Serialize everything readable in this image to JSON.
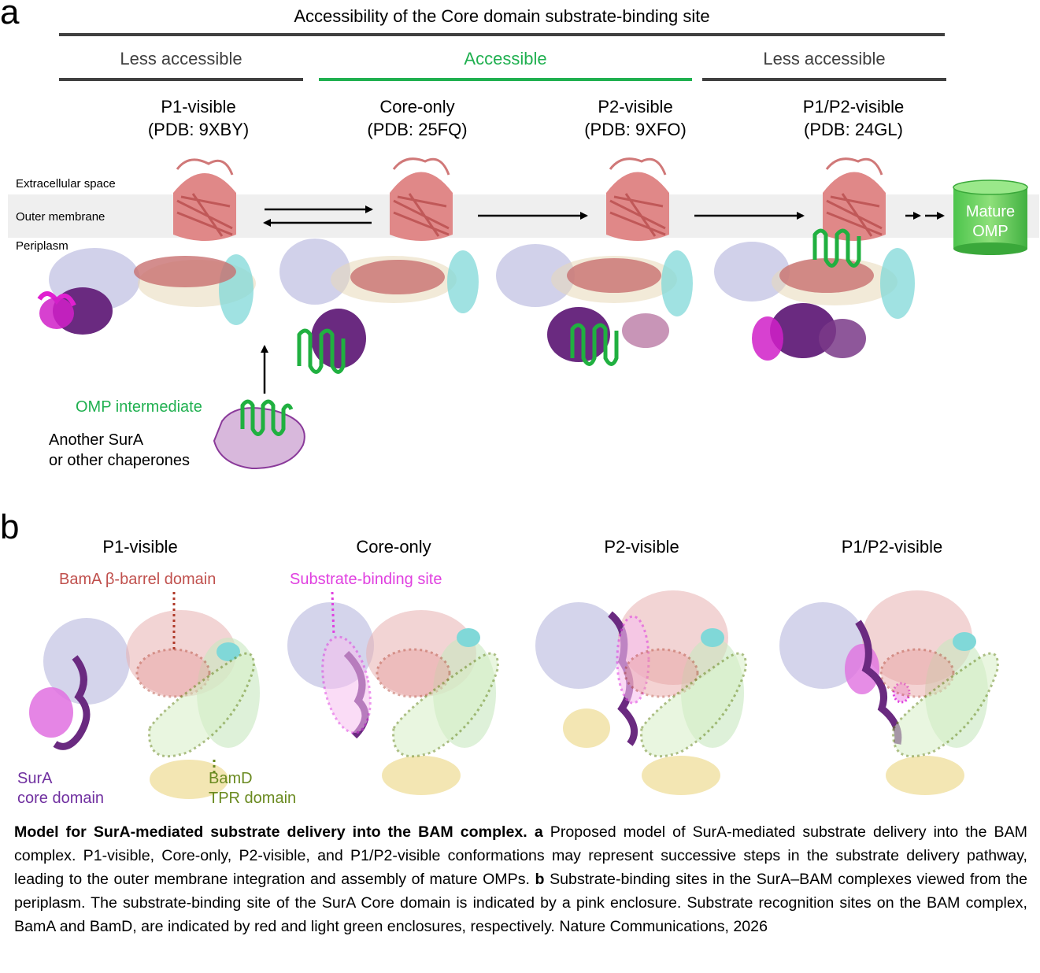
{
  "panel_a": {
    "letter": "a",
    "main_header": "Accessibility of the Core domain substrate-binding site",
    "segments": [
      {
        "label": "Less accessible",
        "color": "#404040"
      },
      {
        "label": "Accessible",
        "color": "#20b050"
      },
      {
        "label": "Less accessible",
        "color": "#404040"
      }
    ],
    "conformations": [
      {
        "name": "P1-visible",
        "pdb": "(PDB: 9XBY)"
      },
      {
        "name": "Core-only",
        "pdb": "(PDB: 25FQ)"
      },
      {
        "name": "P2-visible",
        "pdb": "(PDB: 9XFO)"
      },
      {
        "name": "P1/P2-visible",
        "pdb": "(PDB: 24GL)"
      }
    ],
    "membrane_labels": {
      "extracellular": "Extracellular space",
      "outer_membrane": "Outer membrane",
      "periplasm": "Periplasm"
    },
    "mature_omp": [
      "Mature",
      "OMP"
    ],
    "omp_intermediate": "OMP intermediate",
    "chaperone_lines": [
      "Another SurA",
      "or other chaperones"
    ]
  },
  "panel_b": {
    "letter": "b",
    "titles": [
      "P1-visible",
      "Core-only",
      "P2-visible",
      "P1/P2-visible"
    ],
    "bama_label": "BamA β-barrel domain",
    "substrate_site_label": "Substrate-binding site",
    "sura_label": [
      "SurA",
      "core domain"
    ],
    "bamd_label": [
      "BamD",
      "TPR domain"
    ]
  },
  "colors": {
    "green": "#20b050",
    "bama": "#c0504d",
    "magenta": "#e040e0",
    "sura": "#7030a0",
    "bamd": "#6a8a20"
  },
  "caption": {
    "bold_title": "Model for SurA-mediated substrate delivery into the BAM complex.",
    "a_letter": "a",
    "a_text": "Proposed model of SurA-mediated substrate delivery into the BAM complex. P1-visible, Core-only, P2-visible, and P1/P2-visible conformations may represent successive steps in the substrate delivery pathway, leading to the outer membrane integration and assembly of mature OMPs.",
    "b_letter": "b",
    "b_text": "Substrate-binding sites in the SurA–BAM complexes viewed from the periplasm. The substrate-binding site of the SurA Core domain is indicated by a pink enclosure. Substrate recognition sites on the BAM complex, BamA and BamD, are indicated by red and light green enclosures, respectively. Nature Communications, 2026"
  }
}
